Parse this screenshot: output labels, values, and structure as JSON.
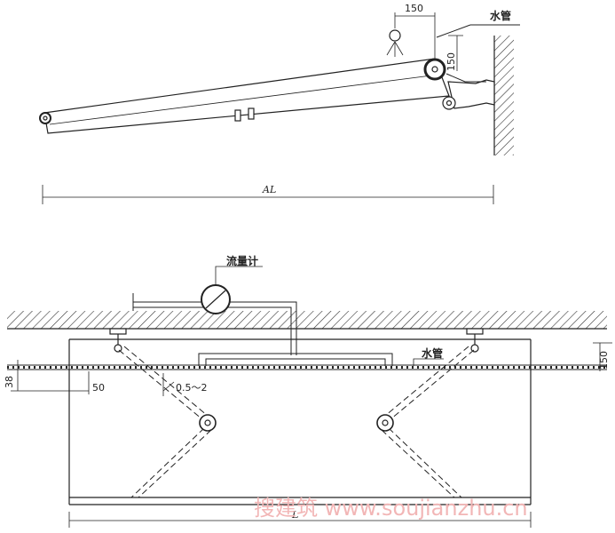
{
  "top_view": {
    "dim_nozzle_offset": "150",
    "dim_nozzle_height": "150",
    "label_water_pipe": "水管",
    "dim_span": "AL"
  },
  "bottom_view": {
    "label_flow_meter": "流量计",
    "label_water_pipe": "水管",
    "dim_right_height": "150",
    "dim_left_38": "38",
    "dim_50": "50",
    "dim_gap": "0.5～2",
    "dim_length": "L"
  },
  "watermark": "搜建筑 www.soujianzhu.cn"
}
